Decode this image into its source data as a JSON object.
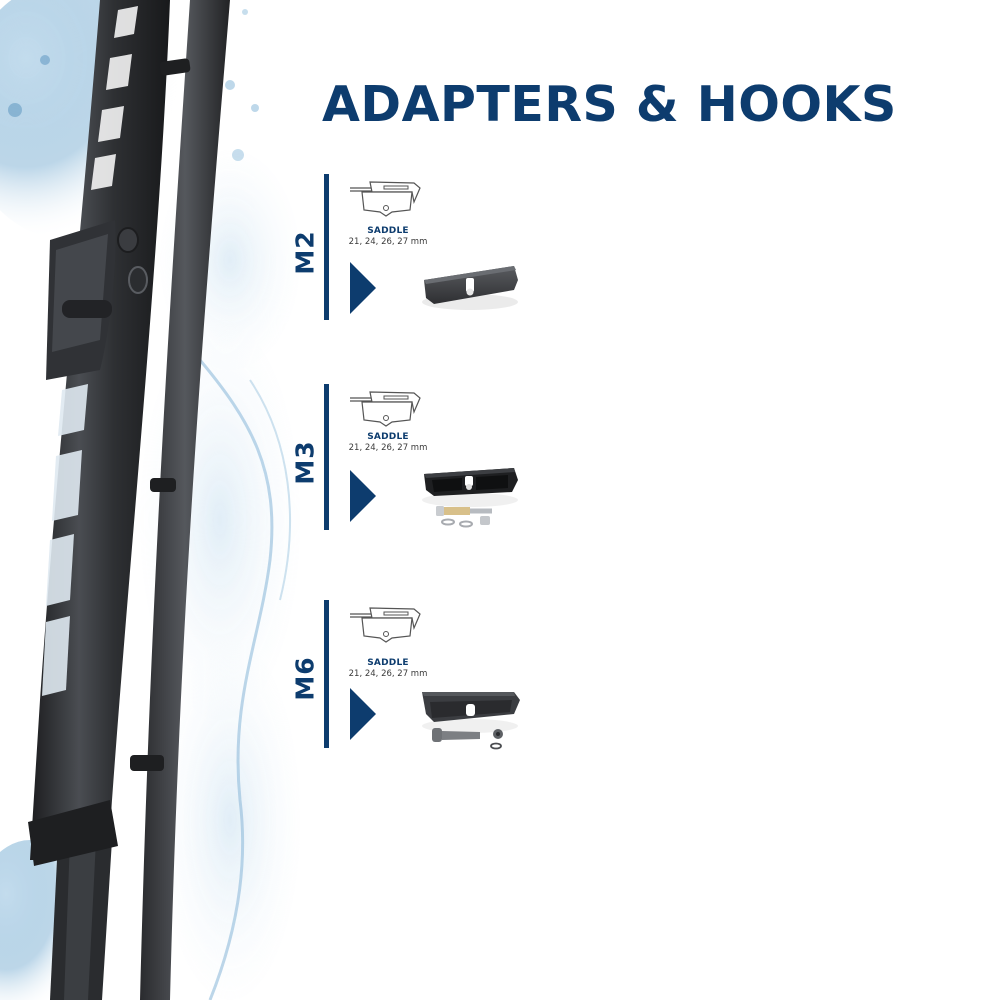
{
  "page": {
    "title": "ADAPTERS & HOOKS",
    "colors": {
      "brand_blue": "#0d3c6e",
      "background": "#ffffff",
      "blade_dark": "#2b2d30",
      "water_blue": "#6fa3c8"
    }
  },
  "hero": {
    "image_subject": "wiper-blade-with-water-splash"
  },
  "adapters": [
    {
      "code": "M2",
      "type": "SADDLE",
      "sizes": "21, 24, 26, 27 mm",
      "hardware": "saddle-adapter"
    },
    {
      "code": "M3",
      "type": "SADDLE",
      "sizes": "21, 24, 26, 27 mm",
      "hardware": "saddle-adapter-with-pin-bolt-and-washers"
    },
    {
      "code": "M6",
      "type": "SADDLE",
      "sizes": "21, 24, 26, 27 mm",
      "hardware": "saddle-adapter-with-bolt-nut-and-washer"
    }
  ]
}
